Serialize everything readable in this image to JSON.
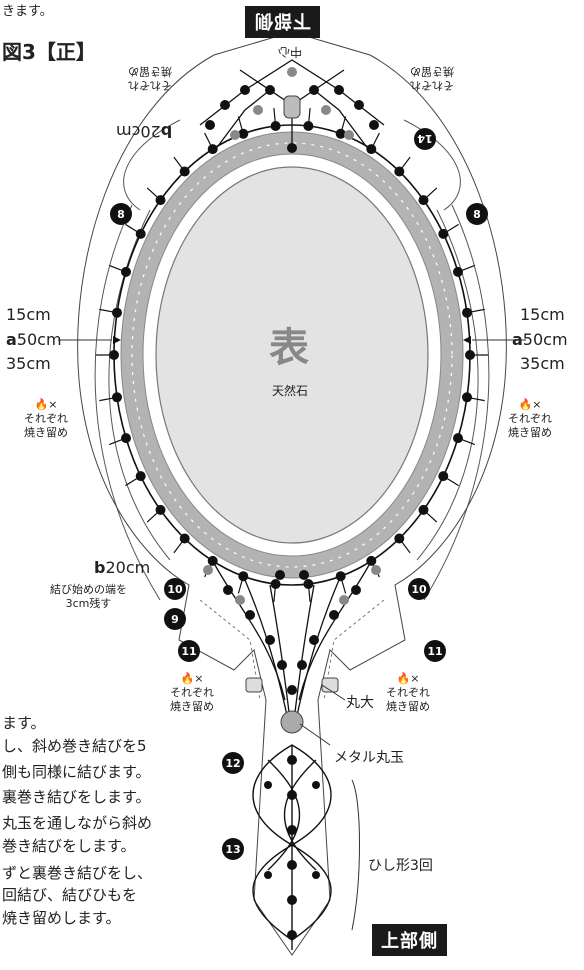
{
  "top_cut": "きます。",
  "figure_title": "図3【正】",
  "bottom_side_tag": "下部側",
  "top_side_tag": "上部側",
  "center_label": "表",
  "center_sub": "天然石",
  "top_mark_text": "中心",
  "left_length": {
    "top": "15cm",
    "a_letter": "a",
    "a_value": "50cm",
    "bottom": "35cm"
  },
  "right_length": {
    "top": "15cm",
    "a_letter": "a",
    "a_value": "50cm",
    "bottom": "35cm"
  },
  "b_top": {
    "letter": "b",
    "value": "20cm"
  },
  "b_left": {
    "letter": "b",
    "value": "20cm"
  },
  "b_left_note": [
    "結び始めの端を",
    "3cm残す"
  ],
  "burn_each": "それぞれ",
  "burn_fix": "焼き留め",
  "burn_mark": "×",
  "maru_dai": "丸大",
  "metal_ball": "メタル丸玉",
  "hishi": "ひし形3回",
  "step_numbers": [
    "8",
    "9",
    "10",
    "11",
    "12",
    "13",
    "14"
  ],
  "left_notes": [
    "ます。",
    "し、斜め巻き結びを5",
    "側も同様に結びます。",
    "裏巻き結びをします。",
    "丸玉を通しながら斜め",
    "巻き結びをします。",
    "ずと裏巻き結びをし、",
    "回結び、結びひもを",
    "焼き留めします。"
  ]
}
